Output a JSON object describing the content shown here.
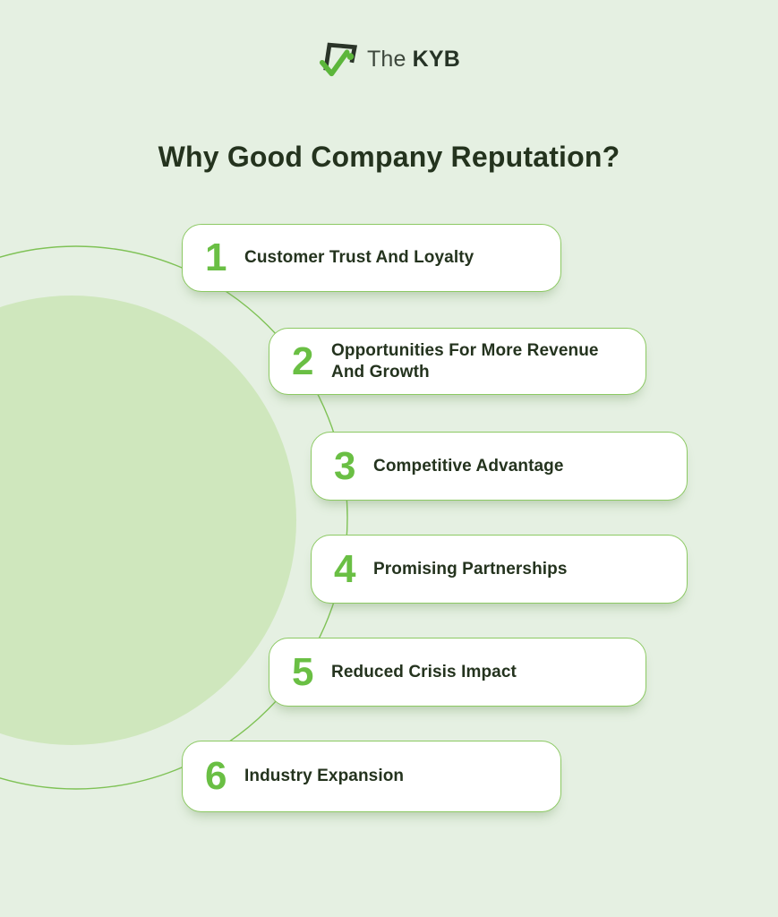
{
  "logo": {
    "prefix": "The",
    "name": "KYB",
    "icon": "kyb-checkmark-logo-icon"
  },
  "title": "Why Good Company Reputation?",
  "items": [
    {
      "number": "1",
      "label": "Customer Trust And Loyalty"
    },
    {
      "number": "2",
      "label": "Opportunities For More Revenue And Growth"
    },
    {
      "number": "3",
      "label": "Competitive Advantage"
    },
    {
      "number": "4",
      "label": "Promising Partnerships"
    },
    {
      "number": "5",
      "label": "Reduced Crisis Impact"
    },
    {
      "number": "6",
      "label": "Industry Expansion"
    }
  ],
  "colors": {
    "background": "#e5f0e2",
    "circle_fill": "#cfe7bd",
    "circle_outline": "#7fc256",
    "card_border": "#8cc963",
    "card_background": "#ffffff",
    "number_green": "#6abf44",
    "text_dark_green": "#24331e",
    "logo_check_green": "#5cb63b",
    "logo_dark": "#2a3428"
  }
}
